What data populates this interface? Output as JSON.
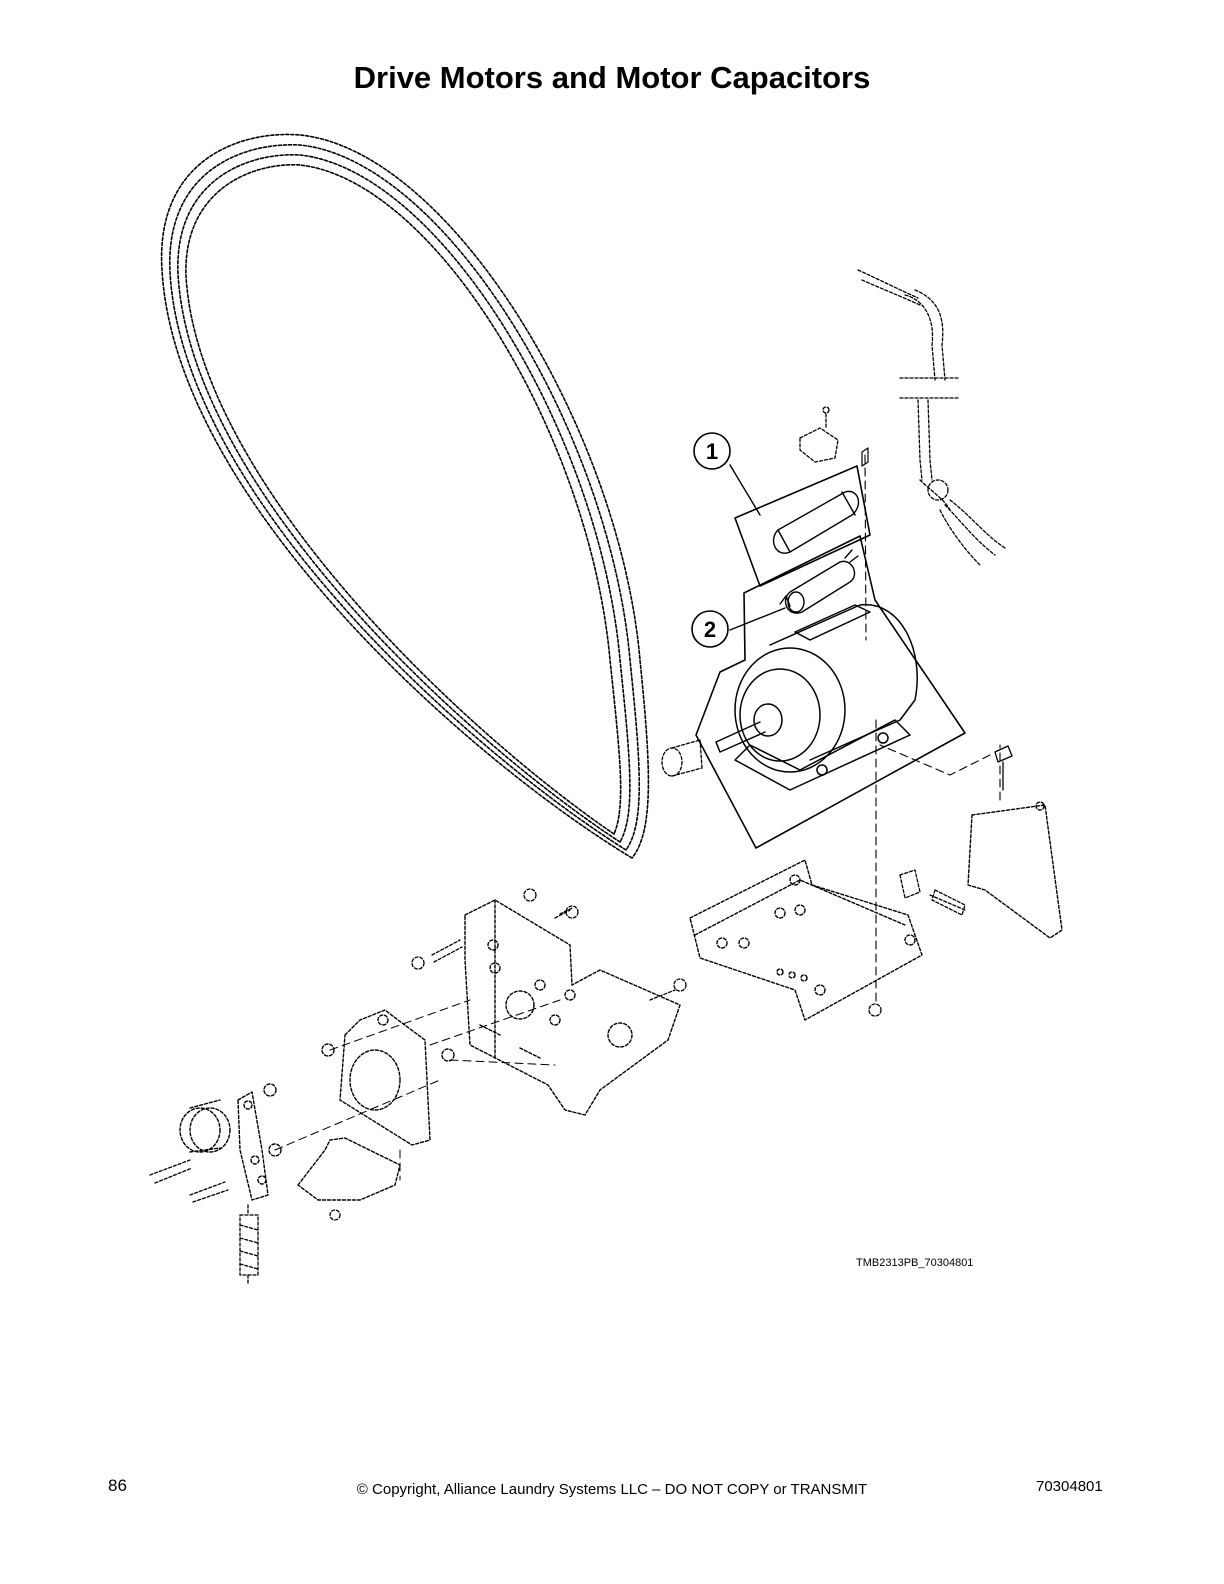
{
  "page": {
    "title": "Drive Motors and Motor Capacitors",
    "figure_code": "TMB2313PB_70304801",
    "footer": {
      "page_number": "86",
      "copyright": "© Copyright, Alliance Laundry Systems LLC – DO NOT COPY or TRANSMIT",
      "doc_number": "70304801"
    }
  },
  "callouts": [
    {
      "label": "1"
    },
    {
      "label": "2"
    }
  ]
}
